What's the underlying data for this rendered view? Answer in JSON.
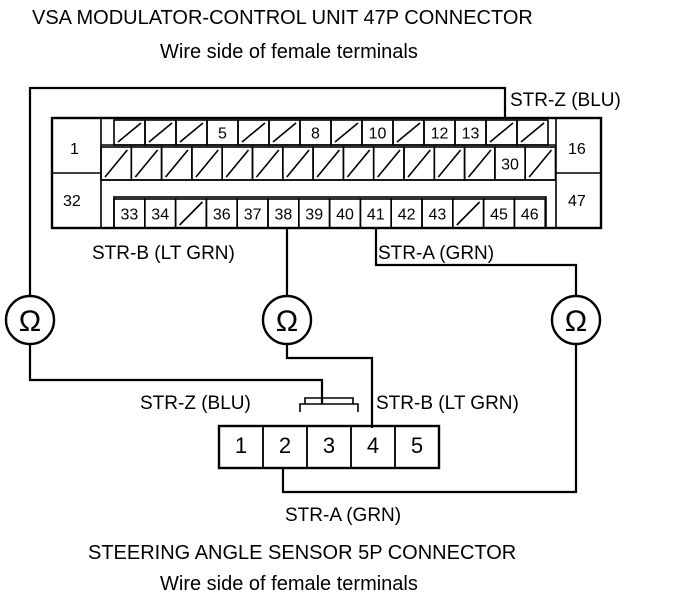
{
  "titles": {
    "top_title": "VSA MODULATOR-CONTROL UNIT 47P CONNECTOR",
    "top_subtitle": "Wire side of female terminals",
    "bottom_title": "STEERING ANGLE SENSOR 5P CONNECTOR",
    "bottom_subtitle": "Wire side of female terminals"
  },
  "connector_47p": {
    "corner_pins": {
      "top_left": "1",
      "bottom_left": "32",
      "top_right": "16",
      "bottom_right": "47"
    },
    "row1_pins": [
      "5",
      "8",
      "10",
      "12",
      "13"
    ],
    "row2_pins": [
      "30"
    ],
    "row3_pins": [
      "33",
      "34",
      "36",
      "37",
      "38",
      "39",
      "40",
      "41",
      "42",
      "43",
      "45",
      "46"
    ]
  },
  "connector_5p": {
    "pins": [
      "1",
      "2",
      "3",
      "4",
      "5"
    ]
  },
  "wire_labels": {
    "str_z_top": "STR-Z (BLU)",
    "str_b_top": "STR-B (LT GRN)",
    "str_a_top": "STR-A (GRN)",
    "str_z_bottom": "STR-Z (BLU)",
    "str_b_bottom": "STR-B (LT GRN)",
    "str_a_bottom": "STR-A (GRN)"
  },
  "meters": {
    "symbol": "Ω",
    "icon": "ohmmeter-icon",
    "count": 3
  }
}
